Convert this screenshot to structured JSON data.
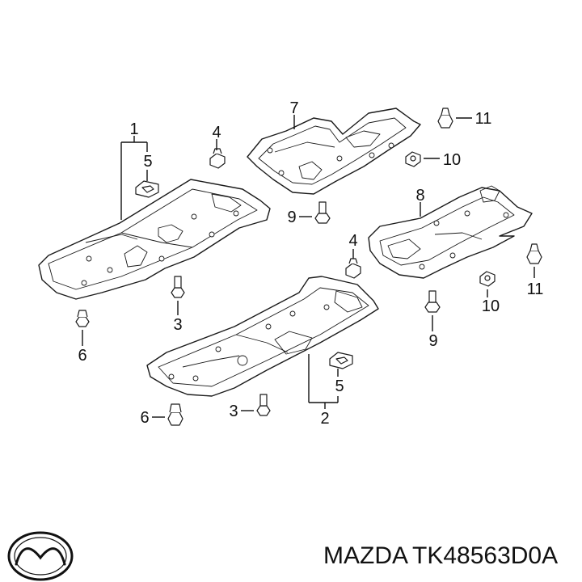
{
  "callouts": {
    "c1": "1",
    "c2": "2",
    "c3a": "3",
    "c3b": "3",
    "c4a": "4",
    "c4b": "4",
    "c5a": "5",
    "c5b": "5",
    "c6a": "6",
    "c6b": "6",
    "c7": "7",
    "c8": "8",
    "c9a": "9",
    "c9b": "9",
    "c10a": "10",
    "c10b": "10",
    "c11a": "11",
    "c11b": "11"
  },
  "footer": {
    "brand": "MAZDA",
    "part_number": "TK48563D0A"
  },
  "colors": {
    "line": "#1a1a1a",
    "background": "#ffffff"
  },
  "icons": {
    "logo": "mazda-logo-icon"
  }
}
